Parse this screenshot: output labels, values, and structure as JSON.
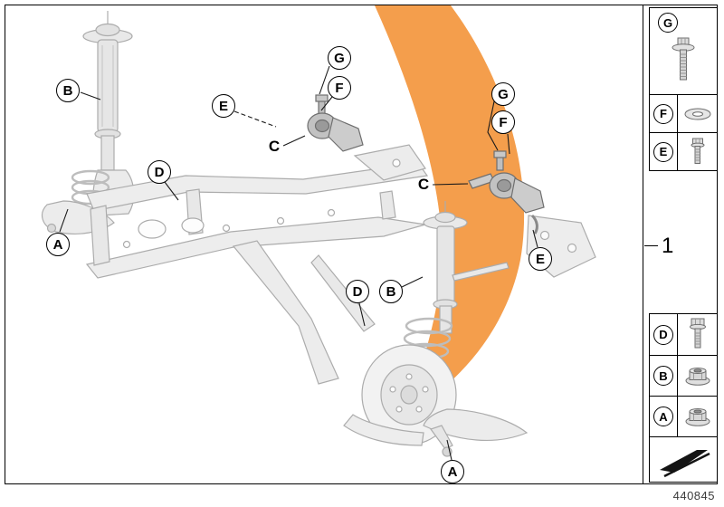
{
  "frame": {
    "part_number": "440845",
    "kit_ref": "1"
  },
  "colors": {
    "swoosh": "#F49E4C"
  },
  "callouts": [
    {
      "id": "b-left",
      "letter": "B"
    },
    {
      "id": "a-left",
      "letter": "A"
    },
    {
      "id": "d-left",
      "letter": "D"
    },
    {
      "id": "e-left",
      "letter": "E"
    },
    {
      "id": "g-left",
      "letter": "G"
    },
    {
      "id": "f-left",
      "letter": "F"
    },
    {
      "id": "c-left",
      "letter": "C"
    },
    {
      "id": "g-right",
      "letter": "G"
    },
    {
      "id": "f-right",
      "letter": "F"
    },
    {
      "id": "c-right",
      "letter": "C"
    },
    {
      "id": "e-right",
      "letter": "E"
    },
    {
      "id": "b-right",
      "letter": "B"
    },
    {
      "id": "d-right",
      "letter": "D"
    },
    {
      "id": "a-right",
      "letter": "A"
    }
  ],
  "legend": {
    "top": [
      {
        "letter": "G",
        "icon": "flange-bolt-icon"
      },
      {
        "letter": "F",
        "icon": "washer-icon"
      },
      {
        "letter": "E",
        "icon": "screw-icon"
      }
    ],
    "bottom": [
      {
        "letter": "D",
        "icon": "bolt-icon"
      },
      {
        "letter": "B",
        "icon": "flange-nut-icon"
      },
      {
        "letter": "A",
        "icon": "flange-nut-icon"
      }
    ]
  }
}
